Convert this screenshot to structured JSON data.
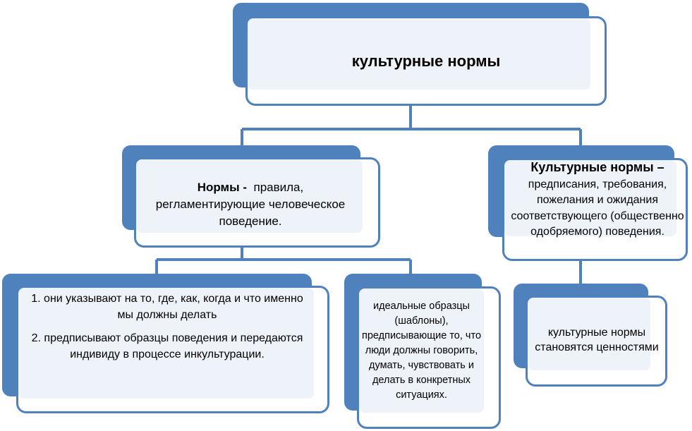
{
  "colors": {
    "accent": "#4f81bd",
    "card_fill": "#ffffff",
    "inner_fill": "#eef3fa",
    "text": "#000000"
  },
  "root": {
    "title": "культурные нормы"
  },
  "norms": {
    "term": "Нормы",
    "sep": " -  ",
    "definition": "правила, регламентирующие человеческое поведение."
  },
  "functions": {
    "item1": "1. они указывают на то, где, как, когда и что именно мы должны  делать",
    "item2": "2. предписывают образцы поведения и передаются индивиду в процессе инкультурации."
  },
  "patterns": {
    "text": "идеальные образцы (шаблоны), предписывающие то, что люди должны говорить, думать, чувствовать и делать в конкретных ситуациях."
  },
  "cultural_norms": {
    "term": "Культурные нормы",
    "dash": " –",
    "definition": "предписания, требования, пожелания и ожидания соответствующего (общественно одобряемого) поведения."
  },
  "values": {
    "text": "культурные нормы становятся ценностями"
  }
}
